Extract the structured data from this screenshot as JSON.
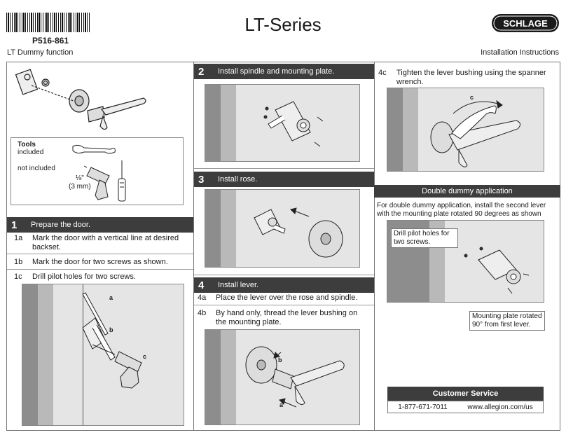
{
  "header": {
    "part_number": "P516-861",
    "title": "LT-Series",
    "brand": "SCHLAGE",
    "function": "LT Dummy function",
    "doc_type": "Installation Instructions"
  },
  "tools": {
    "heading": "Tools",
    "included": "included",
    "not_included": "not included",
    "bit_size_1": "⅛\"",
    "bit_size_2": "(3 mm)"
  },
  "step1": {
    "num": "1",
    "title": "Prepare the door.",
    "items": [
      {
        "key": "1a",
        "text": "Mark the door with a vertical line at desired backset."
      },
      {
        "key": "1b",
        "text": "Mark the door for two screws as shown."
      },
      {
        "key": "1c",
        "text": "Drill pilot holes for two screws."
      }
    ],
    "labels": [
      "a",
      "b",
      "c"
    ]
  },
  "step2": {
    "num": "2",
    "title": "Install spindle and mounting plate."
  },
  "step3": {
    "num": "3",
    "title": "Install rose."
  },
  "step4": {
    "num": "4",
    "title": "Install lever.",
    "items": [
      {
        "key": "4a",
        "text": "Place the lever over the rose and spindle."
      },
      {
        "key": "4b",
        "text": "By hand only, thread the lever bushing on the mounting plate."
      },
      {
        "key": "4c",
        "text": "Tighten the lever bushing using the spanner wrench."
      }
    ],
    "labels": [
      "b",
      "a",
      "c"
    ]
  },
  "double_dummy": {
    "heading": "Double dummy application",
    "note": "For double dummy application, install the second lever with the mounting plate rotated 90 degrees as shown",
    "callout1": "Drill pilot holes for two screws.",
    "callout2": "Mounting plate rotated 90° from first lever."
  },
  "customer_service": {
    "heading": "Customer Service",
    "phone": "1-877-671-7011",
    "website": "www.allegion.com/us"
  }
}
